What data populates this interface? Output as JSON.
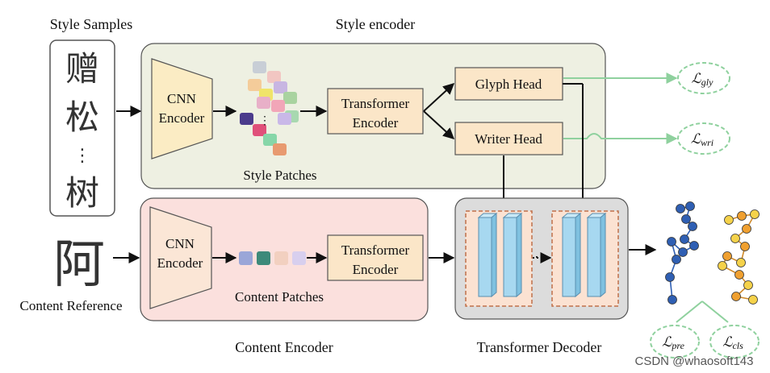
{
  "labels": {
    "style_samples": "Style Samples",
    "style_encoder": "Style encoder",
    "cnn_encoder_line1": "CNN",
    "cnn_encoder_line2": "Encoder",
    "transformer_encoder_line1": "Transformer",
    "transformer_encoder_line2": "Encoder",
    "glyph_head": "Glyph Head",
    "writer_head": "Writer Head",
    "style_patches": "Style Patches",
    "content_reference": "Content Reference",
    "content_patches": "Content Patches",
    "content_encoder": "Content Encoder",
    "transformer_decoder": "Transformer Decoder",
    "watermark": "CSDN @whaosoft143"
  },
  "samples": {
    "style_chars": [
      "赠",
      "松",
      "树"
    ],
    "ellipsis": "⋮",
    "content_char": "阿",
    "patch_ellipsis": "⋮",
    "decoder_ellipsis": "⋯"
  },
  "losses": [
    {
      "key": "gly",
      "symbol": "ℒ",
      "sub": "gly"
    },
    {
      "key": "wri",
      "symbol": "ℒ",
      "sub": "wri"
    },
    {
      "key": "pre",
      "symbol": "ℒ",
      "sub": "pre"
    },
    {
      "key": "cls",
      "symbol": "ℒ",
      "sub": "cls"
    }
  ],
  "colors": {
    "style_panel": "#eef0e2",
    "content_panel": "#fbe0dd",
    "decoder_panel": "#dcdcdc",
    "cnn_fill": "#fbecc4",
    "block_fill": "#fbe6c8",
    "decoder_bar": "#a7d8f0",
    "decoder_group": "#fbe2d2",
    "loss_green": "#8fd19e",
    "arrow": "#111111",
    "traj_blue": "#2f5fb3",
    "traj_orange": "#f0a030",
    "traj_yellow": "#f5d24a"
  },
  "style_patch_colors": [
    "#c8ced6",
    "#f2c6c2",
    "#f4cc9a",
    "#c8b6e2",
    "#f0e46a",
    "#a9d3a0",
    "#e8b0c8",
    "#f2a6b8",
    "#a8d8b0",
    "#c9b8e8",
    "#4b3b8c",
    "#e0507a",
    "#86d6a8",
    "#e89a70"
  ],
  "content_patch_colors": [
    "#9aa6d8",
    "#3d8a7a",
    "#f2d0c0",
    "#d8cfee"
  ]
}
